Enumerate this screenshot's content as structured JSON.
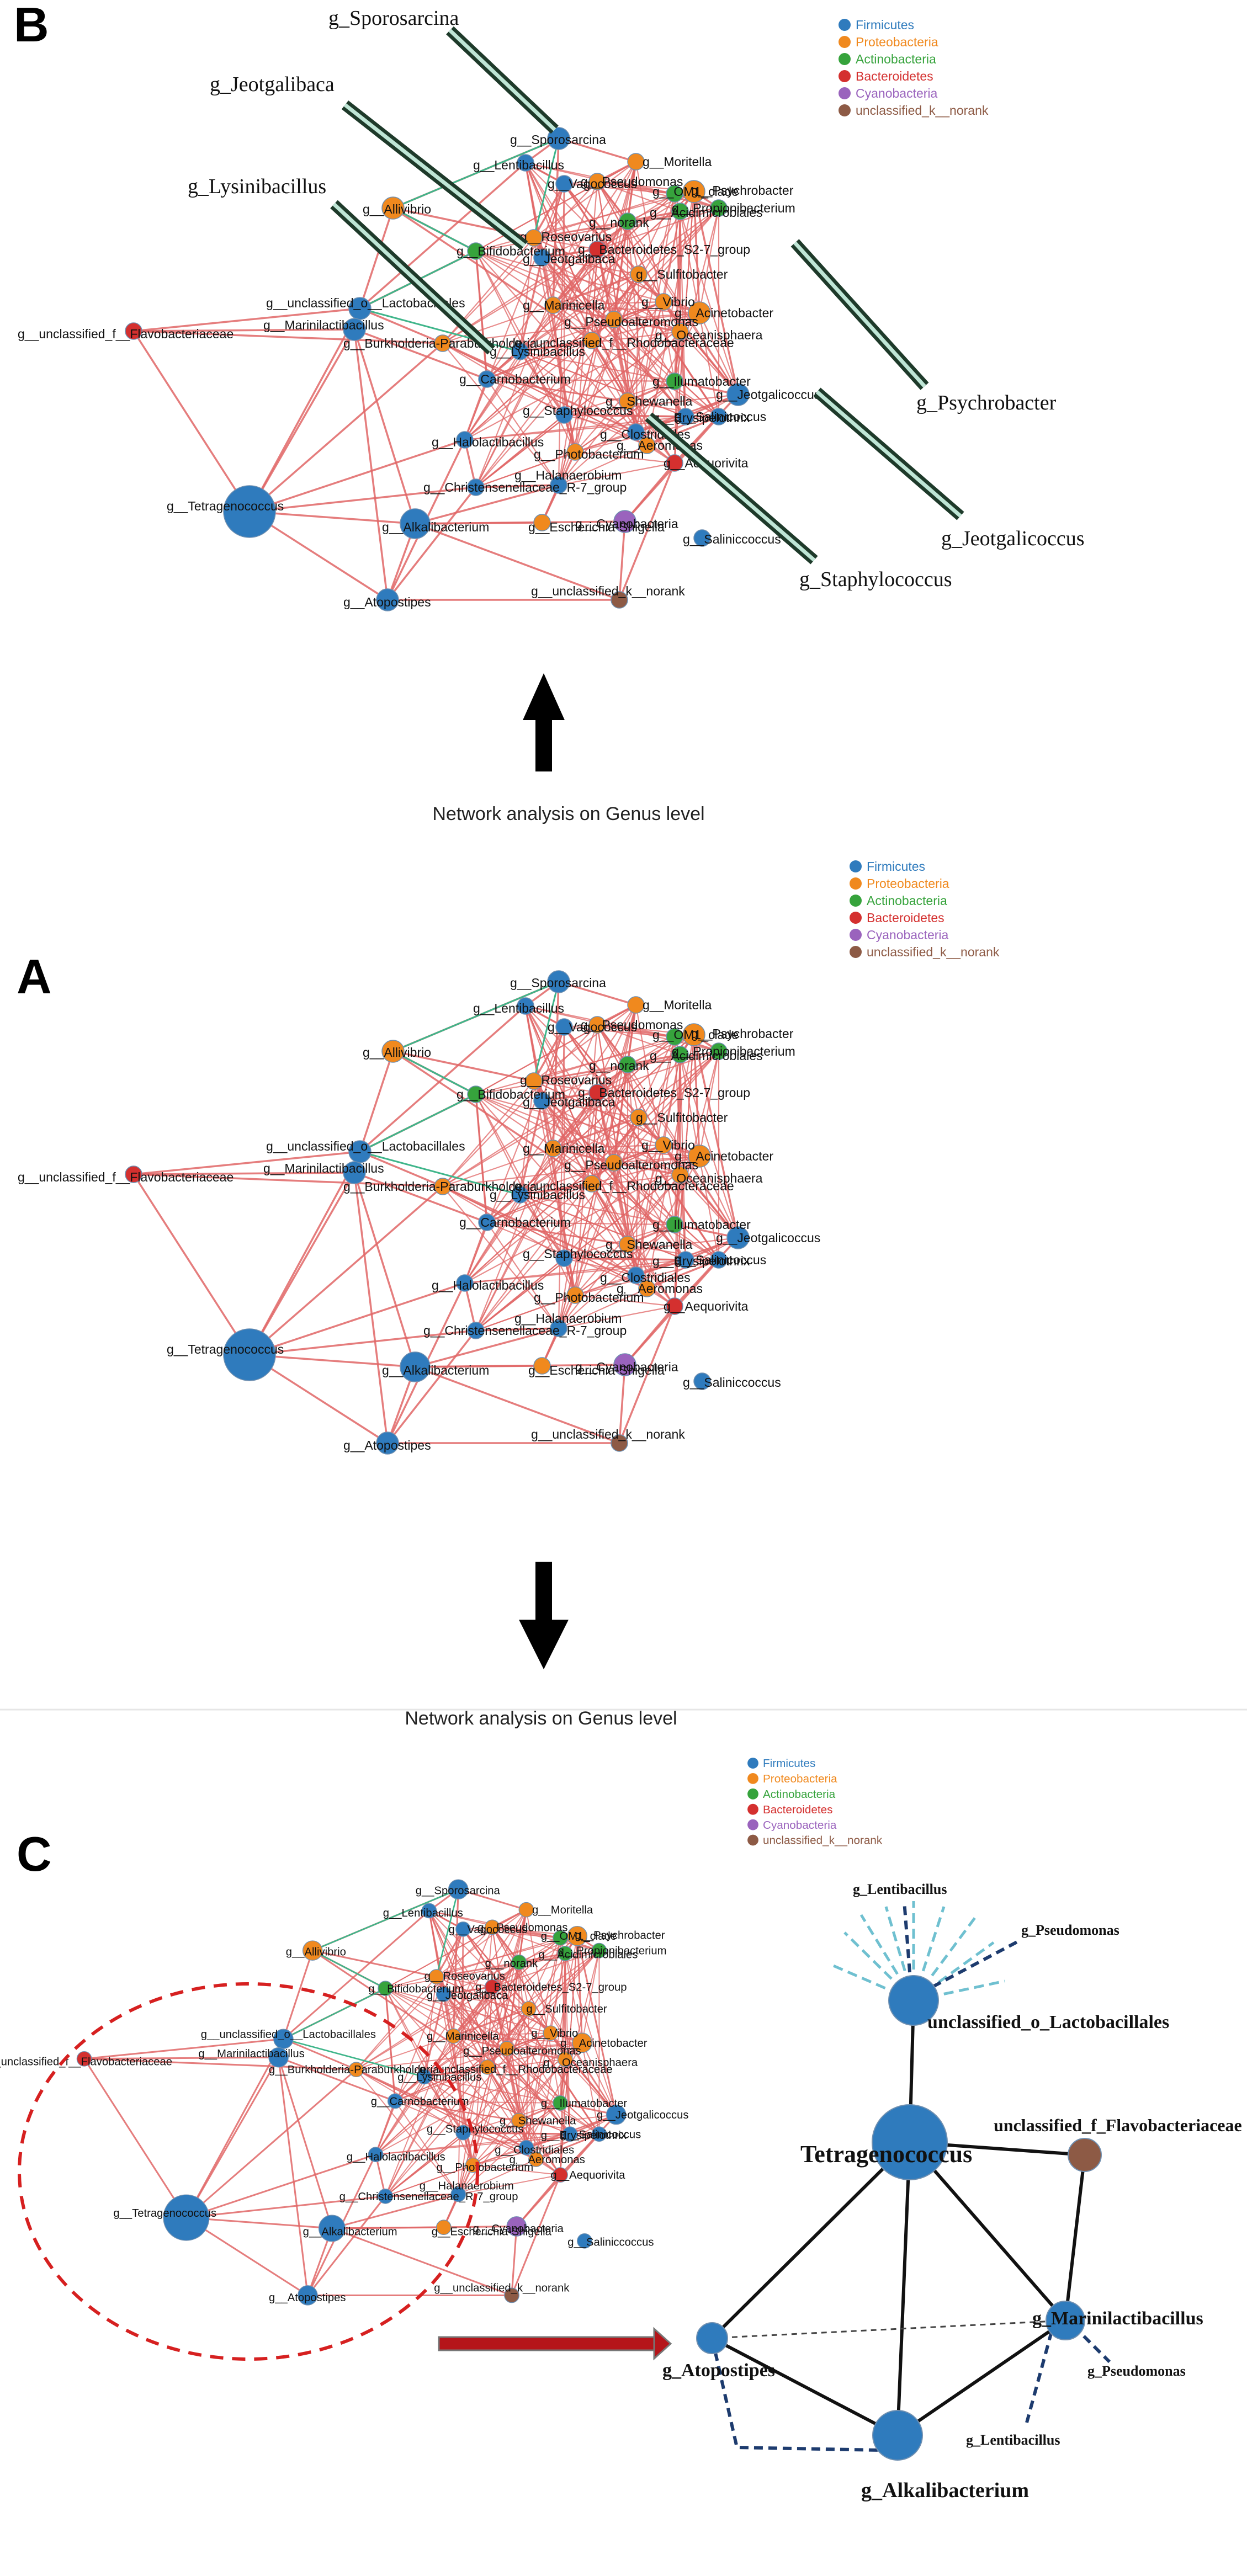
{
  "panels": {
    "b": {
      "letter": "B",
      "caption": "Network analysis on Genus level"
    },
    "a": {
      "letter": "A",
      "caption": "Network analysis on Genus level"
    },
    "c": {
      "letter": "C"
    }
  },
  "legend": [
    {
      "name": "Firmicutes",
      "color": "#2f7bbd"
    },
    {
      "name": "Proteobacteria",
      "color": "#f0891e"
    },
    {
      "name": "Actinobacteria",
      "color": "#36a33c"
    },
    {
      "name": "Bacteroidetes",
      "color": "#d4302f"
    },
    {
      "name": "Cyanobacteria",
      "color": "#9a63bd"
    },
    {
      "name": "unclassified_k__norank",
      "color": "#8d5a45"
    }
  ],
  "colors": {
    "edge_positive": "#e06666",
    "edge_negative": "#3fb58a",
    "node_outline": "#6f8fb0",
    "callout": "#1e3a2a",
    "zoom_circle": "#d62020",
    "zoom_arrow": "#b5151a"
  },
  "network": {
    "nodes": [
      {
        "label": "g__Sporosarcina",
        "phylum": 0,
        "r": 3
      },
      {
        "label": "g__Lentibacillus",
        "phylum": 0,
        "r": 2
      },
      {
        "label": "g__Moritella",
        "phylum": 1,
        "r": 2
      },
      {
        "label": "g__Pseudomonas",
        "phylum": 1,
        "r": 2
      },
      {
        "label": "g__Vagococcus",
        "phylum": 0,
        "r": 2
      },
      {
        "label": "g__Psychrobacter",
        "phylum": 1,
        "r": 3
      },
      {
        "label": "g__OM1_clade",
        "phylum": 2,
        "r": 2
      },
      {
        "label": "g__Propionibacterium",
        "phylum": 2,
        "r": 2
      },
      {
        "label": "g__Acidimicrobiales",
        "phylum": 2,
        "r": 2
      },
      {
        "label": "g__norank",
        "phylum": 2,
        "r": 2
      },
      {
        "label": "g__Allivibrio",
        "phylum": 1,
        "r": 3
      },
      {
        "label": "g__Roseovarius",
        "phylum": 1,
        "r": 2
      },
      {
        "label": "g__Jeotgalibaca",
        "phylum": 0,
        "r": 2
      },
      {
        "label": "g__Bacteroidetes_S2-7_group",
        "phylum": 3,
        "r": 2
      },
      {
        "label": "g__Bifidobacterium",
        "phylum": 2,
        "r": 2
      },
      {
        "label": "g__Sulfitobacter",
        "phylum": 1,
        "r": 2
      },
      {
        "label": "g__unclassified_o__Lactobacillales",
        "phylum": 0,
        "r": 3
      },
      {
        "label": "g__Marinicella",
        "phylum": 1,
        "r": 2
      },
      {
        "label": "g__Vibrio",
        "phylum": 1,
        "r": 2
      },
      {
        "label": "g__Acinetobacter",
        "phylum": 1,
        "r": 3
      },
      {
        "label": "g__Pseudoalteromonas",
        "phylum": 1,
        "r": 2
      },
      {
        "label": "g__Oceanisphaera",
        "phylum": 1,
        "r": 2
      },
      {
        "label": "g__unclassified_f__Flavobacteriaceae",
        "phylum": 3,
        "r": 2
      },
      {
        "label": "g__Marinilactibacillus",
        "phylum": 0,
        "r": 3
      },
      {
        "label": "g__Burkholderia-Paraburkholderia",
        "phylum": 1,
        "r": 2
      },
      {
        "label": "g__unclassified_f__Rhodobacteraceae",
        "phylum": 1,
        "r": 2
      },
      {
        "label": "g__Lysinibacillus",
        "phylum": 0,
        "r": 2
      },
      {
        "label": "g__Carnobacterium",
        "phylum": 0,
        "r": 2
      },
      {
        "label": "g__Ilumatobacter",
        "phylum": 2,
        "r": 2
      },
      {
        "label": "g__Jeotgalicoccus",
        "phylum": 0,
        "r": 3
      },
      {
        "label": "g__Shewanella",
        "phylum": 1,
        "r": 2
      },
      {
        "label": "g__Salinicoccus",
        "phylum": 0,
        "r": 2
      },
      {
        "label": "g__Staphylococcus",
        "phylum": 0,
        "r": 2
      },
      {
        "label": "g__Erysipelothrix",
        "phylum": 0,
        "r": 2
      },
      {
        "label": "g__Clostridiales",
        "phylum": 0,
        "r": 2
      },
      {
        "label": "g__Aeromonas",
        "phylum": 1,
        "r": 2
      },
      {
        "label": "g__Halolactibacillus",
        "phylum": 0,
        "r": 2
      },
      {
        "label": "g__Photobacterium",
        "phylum": 1,
        "r": 2
      },
      {
        "label": "g__Aequorivita",
        "phylum": 3,
        "r": 2
      },
      {
        "label": "g__Christensenellaceae_R-7_group",
        "phylum": 0,
        "r": 2
      },
      {
        "label": "g__Halanaerobium",
        "phylum": 0,
        "r": 2
      },
      {
        "label": "g__Tetragenococcus",
        "phylum": 0,
        "r": 5
      },
      {
        "label": "g__Alkalibacterium",
        "phylum": 0,
        "r": 4
      },
      {
        "label": "g__Escherichia-Shigella",
        "phylum": 1,
        "r": 2
      },
      {
        "label": "g__Cyanobacteria",
        "phylum": 4,
        "r": 3
      },
      {
        "label": "g__Saliniccoccus",
        "phylum": 0,
        "r": 2
      },
      {
        "label": "g__unclassified_k__norank",
        "phylum": 5,
        "r": 2
      },
      {
        "label": "g__Atopostipes",
        "phylum": 0,
        "r": 3
      }
    ],
    "edges": [
      [
        41,
        22
      ],
      [
        41,
        23
      ],
      [
        41,
        47
      ],
      [
        41,
        42
      ],
      [
        41,
        16
      ],
      [
        41,
        24
      ],
      [
        41,
        36
      ],
      [
        41,
        39
      ],
      [
        22,
        23
      ],
      [
        22,
        24
      ],
      [
        23,
        16
      ],
      [
        23,
        42
      ],
      [
        23,
        47
      ],
      [
        23,
        27
      ],
      [
        47,
        42
      ],
      [
        47,
        46
      ],
      [
        47,
        36
      ],
      [
        47,
        39
      ],
      [
        42,
        43
      ],
      [
        42,
        46
      ],
      [
        42,
        40
      ],
      [
        42,
        44
      ],
      [
        46,
        44
      ],
      [
        46,
        38
      ],
      [
        16,
        10
      ],
      [
        16,
        14
      ],
      [
        16,
        1
      ],
      [
        10,
        0
      ],
      [
        10,
        11
      ],
      [
        10,
        14
      ],
      [
        0,
        1
      ],
      [
        0,
        2
      ],
      [
        2,
        3
      ],
      [
        3,
        6
      ],
      [
        6,
        7
      ],
      [
        7,
        5
      ],
      [
        5,
        19
      ],
      [
        19,
        18
      ],
      [
        18,
        29
      ],
      [
        29,
        28
      ],
      [
        29,
        38
      ],
      [
        38,
        44
      ],
      [
        44,
        31
      ],
      [
        31,
        35
      ],
      [
        35,
        30
      ],
      [
        30,
        28
      ],
      [
        28,
        21
      ],
      [
        21,
        20
      ],
      [
        20,
        17
      ],
      [
        17,
        13
      ],
      [
        13,
        12
      ],
      [
        12,
        11
      ],
      [
        11,
        4
      ],
      [
        4,
        1
      ],
      [
        9,
        8
      ],
      [
        8,
        5
      ],
      [
        15,
        25
      ],
      [
        25,
        26
      ],
      [
        26,
        27
      ],
      [
        27,
        36
      ],
      [
        36,
        39
      ],
      [
        39,
        40
      ],
      [
        40,
        43
      ],
      [
        43,
        37
      ],
      [
        37,
        32
      ],
      [
        32,
        33
      ],
      [
        33,
        34
      ],
      [
        34,
        24
      ],
      [
        24,
        16
      ],
      [
        19,
        21
      ],
      [
        18,
        20
      ],
      [
        15,
        17
      ],
      [
        9,
        3
      ],
      [
        9,
        13
      ],
      [
        12,
        26
      ],
      [
        14,
        27
      ],
      [
        29,
        33
      ],
      [
        32,
        37
      ],
      [
        30,
        35
      ],
      [
        0,
        17
      ],
      [
        2,
        20
      ],
      [
        5,
        29
      ],
      [
        10,
        25
      ],
      [
        26,
        32
      ],
      [
        25,
        30
      ],
      [
        13,
        34
      ],
      [
        4,
        31
      ],
      [
        1,
        37
      ],
      [
        11,
        33
      ],
      [
        22,
        16
      ]
    ],
    "negative_edges": [
      [
        10,
        0
      ],
      [
        10,
        14
      ],
      [
        16,
        14
      ],
      [
        16,
        26
      ],
      [
        0,
        11
      ]
    ]
  },
  "callouts": [
    "g_Sporosarcina",
    "g_Jeotgalibaca",
    "g_Lysinibacillus",
    "g_Psychrobacter",
    "g_Jeotgalicoccus",
    "g_Staphylococcus"
  ],
  "subnetwork": {
    "nodes": [
      {
        "label": "unclassified_o_Lactobacillales",
        "phylum": 0
      },
      {
        "label": "Tetragenococcus",
        "phylum": 0
      },
      {
        "label": "unclassified_f_Flavobacteriaceae",
        "phylum": 5
      },
      {
        "label": "g_Marinilactibacillus",
        "phylum": 0
      },
      {
        "label": "g_Atopostipes",
        "phylum": 0
      },
      {
        "label": "g_Alkalibacterium",
        "phylum": 0
      }
    ],
    "edges": [
      [
        0,
        1
      ],
      [
        1,
        2
      ],
      [
        1,
        3
      ],
      [
        1,
        4
      ],
      [
        1,
        5
      ],
      [
        2,
        3
      ],
      [
        3,
        5
      ],
      [
        4,
        5
      ]
    ],
    "dashed_edges": [
      [
        4,
        3
      ]
    ],
    "annotations": [
      "g_Lentibacillus",
      "g_Pseudomonas",
      "g_Pseudomonas",
      "g_Lentibacillus"
    ]
  }
}
